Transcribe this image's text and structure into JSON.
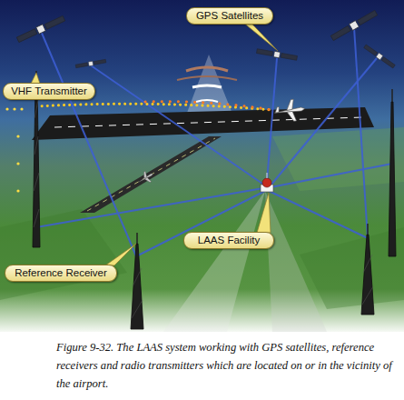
{
  "diagram": {
    "caption": "Figure 9-32. The LAAS system working with GPS satellites, reference receivers and radio transmitters which are located on or in the vicinity of the airport.",
    "nodes": [
      {
        "text": [
          "GPS Satellites"
        ]
      },
      {
        "text": [
          "VHF Transmitter"
        ]
      },
      {
        "text": [
          "LAAS Facility"
        ]
      },
      {
        "text": [
          "Reference Receiver"
        ]
      }
    ]
  }
}
